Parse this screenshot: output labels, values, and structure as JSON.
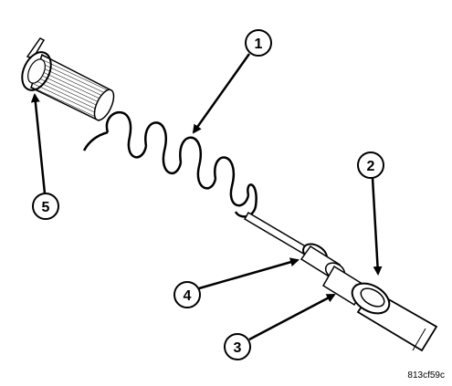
{
  "callouts": [
    {
      "id": "1",
      "label": "1"
    },
    {
      "id": "2",
      "label": "2"
    },
    {
      "id": "3",
      "label": "3"
    },
    {
      "id": "4",
      "label": "4"
    },
    {
      "id": "5",
      "label": "5"
    }
  ],
  "figure_code": "813cf59c",
  "colors": {
    "ink": "#000000",
    "background": "#ffffff"
  }
}
